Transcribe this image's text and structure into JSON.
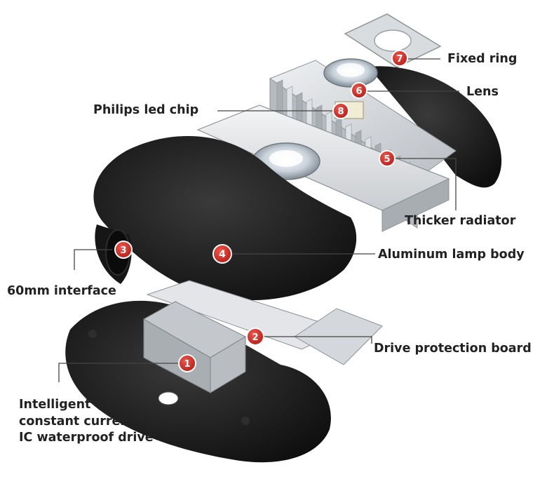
{
  "callouts": [
    {
      "number": "1",
      "label_lines": [
        "Intelligent",
        "constant current",
        "IC waterproof drive"
      ]
    },
    {
      "number": "2",
      "label": "Drive protection board"
    },
    {
      "number": "3",
      "label": "60mm interface"
    },
    {
      "number": "4",
      "label": "Aluminum lamp body"
    },
    {
      "number": "5",
      "label": "Thicker radiator"
    },
    {
      "number": "6",
      "label": "Lens"
    },
    {
      "number": "7",
      "label": "Fixed ring"
    },
    {
      "number": "8",
      "label": "Philips led chip"
    }
  ],
  "colors": {
    "marker_fill": "#d42a22",
    "marker_text": "#ffffff",
    "label_text": "#222222",
    "leader_line": "#444444",
    "housing": "#1b1b1b",
    "aluminum": "#cfd2d6"
  }
}
